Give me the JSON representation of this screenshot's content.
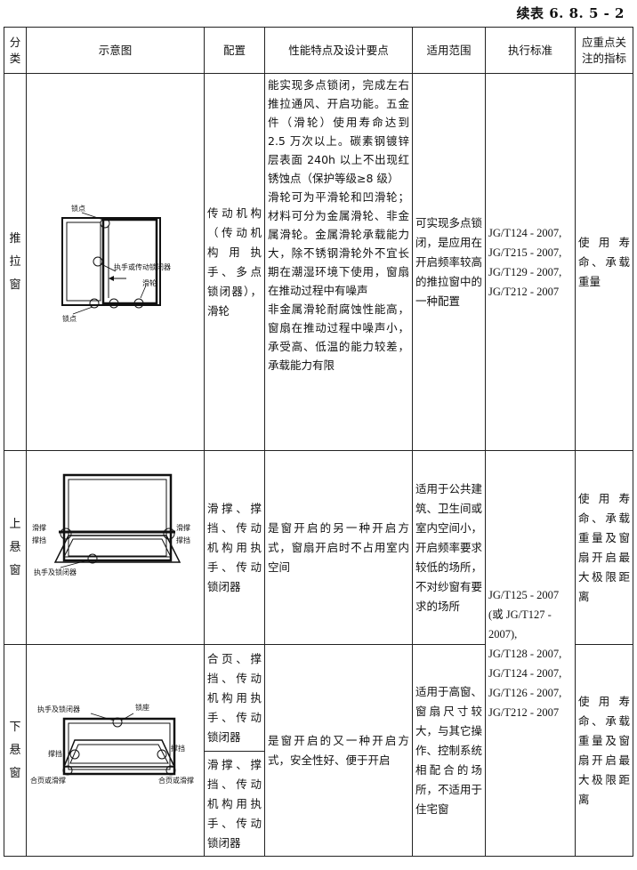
{
  "caption": "续表 6. 8. 5 - 2",
  "headers": {
    "category": "分类",
    "diagram": "示意图",
    "config": "配置",
    "features": "性能特点及设计要点",
    "scope": "适用范围",
    "standards": "执行标准",
    "indicators": "应重点关注的指标"
  },
  "rows": {
    "sliding": {
      "category": "推拉窗",
      "labels": {
        "lock_point_top": "锁点",
        "handle": "执手或传动锁闭器",
        "roller": "滑轮",
        "lock_point_bottom": "锁点"
      },
      "config": "传动机构（传动机构用执手、多点锁闭器），滑轮",
      "features": [
        "能实现多点锁闭，完成左右推拉通风、开启功能。五金件（滑轮）使用寿命达到 2.5 万次以上。碳素钢镀锌层表面 240h 以上不出现红锈蚀点（保护等级≥8 级）",
        "滑轮可为平滑轮和凹滑轮；材料可分为金属滑轮、非金属滑轮。金属滑轮承载能力大，除不锈钢滑轮外不宜长期在潮湿环境下使用，窗扇在推动过程中有噪声",
        "非金属滑轮耐腐蚀性能高，窗扇在推动过程中噪声小，承受高、低温的能力较差，承载能力有限"
      ],
      "scope": "可实现多点锁闭，是应用在开启频率较高的推拉窗中的一种配置",
      "standards": [
        "JG/T124 - 2007,",
        "JG/T215 - 2007,",
        "JG/T129 - 2007,",
        "JG/T212 - 2007"
      ],
      "indicators": "使用寿命、承载重量"
    },
    "top_hung": {
      "category": "上悬窗",
      "labels": {
        "stay_left": "滑撑",
        "stop_left": "撑挡",
        "stay_right": "滑撑",
        "stop_right": "撑挡",
        "handle": "执手及锁闭器"
      },
      "config": "滑撑、撑挡、传动机构用执手、传动锁闭器",
      "features": "是窗开启的另一种开启方式，窗扇开启时不占用室内空间",
      "scope": "适用于公共建筑、卫生间或室内空间小，开启频率要求较低的场所，不对纱窗有要求的场所",
      "indicators": "使用寿命、承载重量及窗扇开启最大极限距离"
    },
    "shared_standards": [
      "JG/T125 - 2007",
      "(或 JG/T127 -",
      "2007),",
      "JG/T128 - 2007,",
      "JG/T124 - 2007,",
      "JG/T126 - 2007,",
      "JG/T212 - 2007"
    ],
    "bottom_hung": {
      "category": "下悬窗",
      "labels": {
        "handle": "执手及锁闭器",
        "lock_seat": "锁座",
        "stop_left": "撑挡",
        "stop_right": "撑挡",
        "hinge_left": "合页或滑撑",
        "hinge_right": "合页或滑撑"
      },
      "config_a": "合页、撑挡、传动机构用执手、传动锁闭器",
      "config_b": "滑撑、撑挡、传动机构用执手、传动锁闭器",
      "features": "是窗开启的又一种开启方式，安全性好、便于开启",
      "scope": "适用于高窗、窗扇尺寸较大，与其它操作、控制系统相配合的场所，不适用于住宅窗",
      "indicators": "使用寿命、承载重量及窗扇开启最大极限距离"
    }
  }
}
